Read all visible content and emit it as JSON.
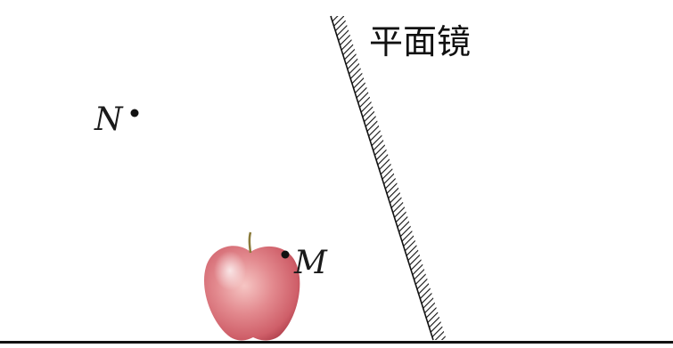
{
  "mirror": {
    "label": "平面镜"
  },
  "points": {
    "n_label": "N",
    "m_label": "M"
  },
  "colors": {
    "ink": "#111111",
    "apple_red": "#e0747c",
    "apple_highlight": "#f6c6c4",
    "apple_shadow": "#b44450",
    "stem": "#8a7a3a"
  },
  "icons": {
    "apple": "apple-icon",
    "point": "filled-dot"
  }
}
